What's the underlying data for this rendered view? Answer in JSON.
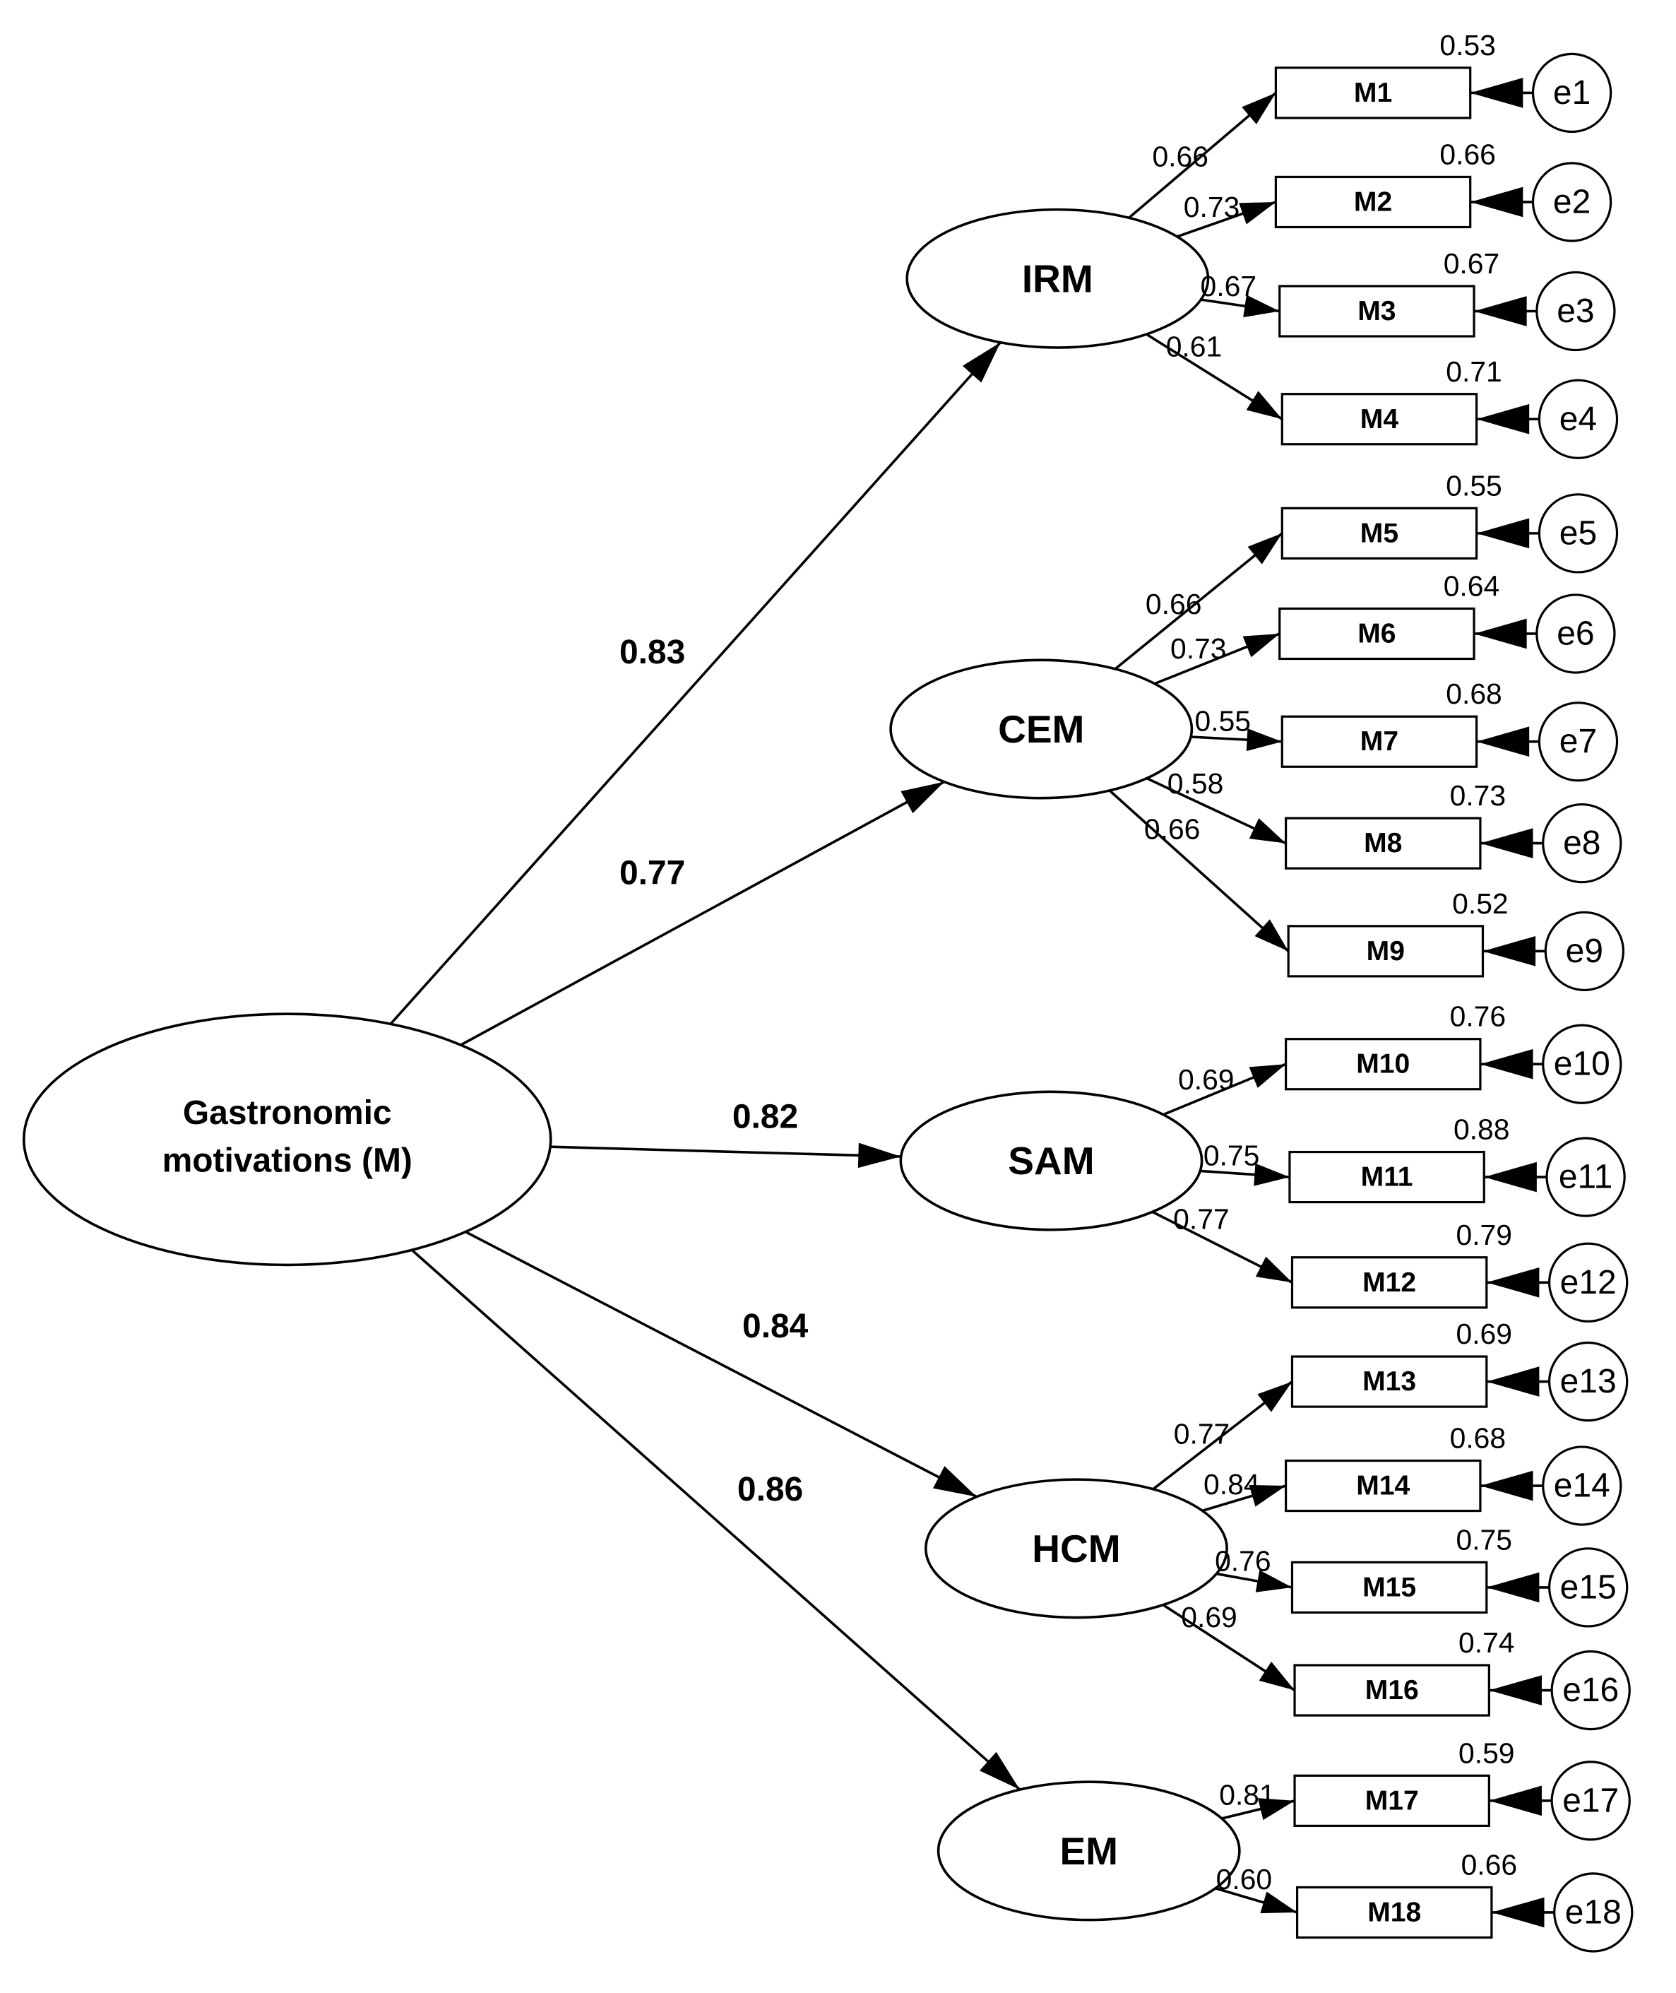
{
  "second_order": {
    "name_line1": "Gastronomic",
    "name_line2": "motivations (M)"
  },
  "factors": [
    {
      "id": "IRM",
      "label": "IRM",
      "loading": "0.83"
    },
    {
      "id": "CEM",
      "label": "CEM",
      "loading": "0.77"
    },
    {
      "id": "SAM",
      "label": "SAM",
      "loading": "0.82"
    },
    {
      "id": "HCM",
      "label": "HCM",
      "loading": "0.84"
    },
    {
      "id": "EM",
      "label": "EM",
      "loading": "0.86"
    }
  ],
  "indicators": [
    {
      "label": "M1",
      "factor": "IRM",
      "loading": "0.66",
      "r2": "0.53",
      "error": "e1"
    },
    {
      "label": "M2",
      "factor": "IRM",
      "loading": "0.73",
      "r2": "0.66",
      "error": "e2"
    },
    {
      "label": "M3",
      "factor": "IRM",
      "loading": "0.67",
      "r2": "0.67",
      "error": "e3"
    },
    {
      "label": "M4",
      "factor": "IRM",
      "loading": "0.61",
      "r2": "0.71",
      "error": "e4"
    },
    {
      "label": "M5",
      "factor": "CEM",
      "loading": "0.66",
      "r2": "0.55",
      "error": "e5"
    },
    {
      "label": "M6",
      "factor": "CEM",
      "loading": "0.73",
      "r2": "0.64",
      "error": "e6"
    },
    {
      "label": "M7",
      "factor": "CEM",
      "loading": "0.55",
      "r2": "0.68",
      "error": "e7"
    },
    {
      "label": "M8",
      "factor": "CEM",
      "loading": "0.58",
      "r2": "0.73",
      "error": "e8"
    },
    {
      "label": "M9",
      "factor": "CEM",
      "loading": "0.66",
      "r2": "0.52",
      "error": "e9"
    },
    {
      "label": "M10",
      "factor": "SAM",
      "loading": "0.69",
      "r2": "0.76",
      "error": "e10"
    },
    {
      "label": "M11",
      "factor": "SAM",
      "loading": "0.75",
      "r2": "0.88",
      "error": "e11"
    },
    {
      "label": "M12",
      "factor": "SAM",
      "loading": "0.77",
      "r2": "0.79",
      "error": "e12"
    },
    {
      "label": "M13",
      "factor": "HCM",
      "loading": "0.77",
      "r2": "0.69",
      "error": "e13"
    },
    {
      "label": "M14",
      "factor": "HCM",
      "loading": "0.84",
      "r2": "0.68",
      "error": "e14"
    },
    {
      "label": "M15",
      "factor": "HCM",
      "loading": "0.76",
      "r2": "0.75",
      "error": "e15"
    },
    {
      "label": "M16",
      "factor": "HCM",
      "loading": "0.69",
      "r2": "0.74",
      "error": "e16"
    },
    {
      "label": "M17",
      "factor": "EM",
      "loading": "0.81",
      "r2": "0.59",
      "error": "e17"
    },
    {
      "label": "M18",
      "factor": "EM",
      "loading": "0.60",
      "r2": "0.66",
      "error": "e18"
    }
  ]
}
